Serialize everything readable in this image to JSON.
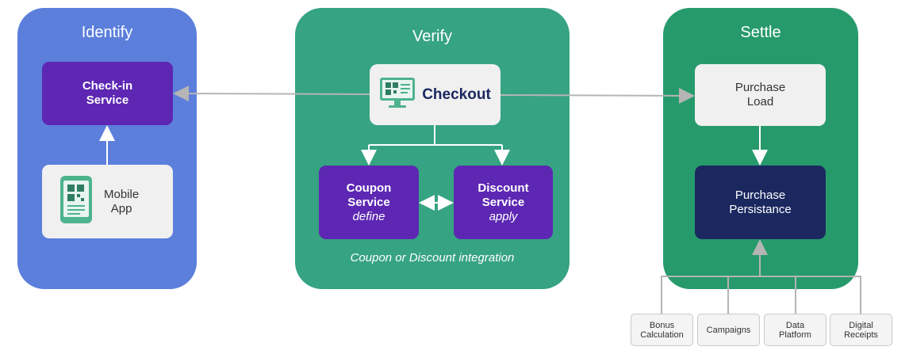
{
  "identify": {
    "title": "Identify",
    "checkin_line1": "Check-in",
    "checkin_line2": "Service",
    "mobile_line1": "Mobile",
    "mobile_line2": "App"
  },
  "verify": {
    "title": "Verify",
    "checkout": "Checkout",
    "coupon_line1": "Coupon",
    "coupon_line2": "Service",
    "coupon_sub": "define",
    "discount_line1": "Discount",
    "discount_line2": "Service",
    "discount_sub": "apply",
    "caption": "Coupon or Discount integration"
  },
  "settle": {
    "title": "Settle",
    "load_line1": "Purchase",
    "load_line2": "Load",
    "persist_line1": "Purchase",
    "persist_line2": "Persistance"
  },
  "sources": [
    {
      "line1": "Bonus",
      "line2": "Calculation"
    },
    {
      "line1": "Campaigns",
      "line2": ""
    },
    {
      "line1": "Data",
      "line2": "Platform"
    },
    {
      "line1": "Digital",
      "line2": "Receipts"
    }
  ],
  "colors": {
    "identify_panel": "#5b7fdb",
    "verify_panel": "#36a382",
    "settle_panel": "#279a6c",
    "service_box": "#5d27b3",
    "persistence_box": "#1b2860",
    "connector": "#b5b5b5"
  },
  "icons": [
    "qr-monitor-icon",
    "qr-phone-icon"
  ]
}
